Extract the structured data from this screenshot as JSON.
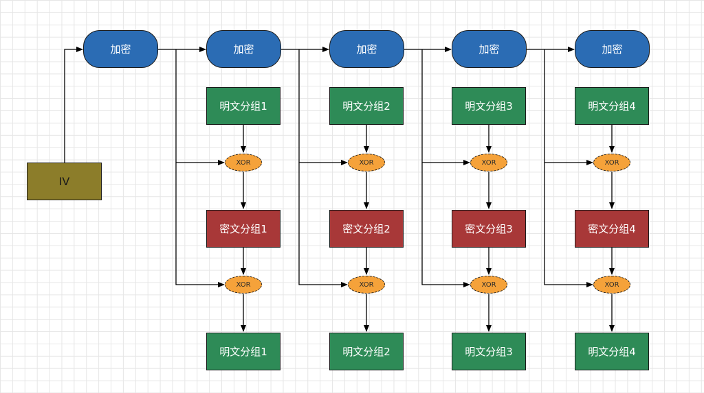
{
  "iv": "IV",
  "encrypt_label": "加密",
  "xor_label": "XOR",
  "plaintext_blocks": [
    "明文分组1",
    "明文分组2",
    "明文分组3",
    "明文分组4"
  ],
  "ciphertext_blocks": [
    "密文分组1",
    "密文分组2",
    "密文分组3",
    "密文分组4"
  ],
  "output_blocks": [
    "明文分组1",
    "明文分组2",
    "明文分组3",
    "明文分组4"
  ],
  "colors": {
    "iv": "#8c7d2a",
    "encrypt": "#2b6cb4",
    "plaintext": "#2e8b57",
    "ciphertext": "#a83838",
    "xor": "#f5a23a"
  }
}
